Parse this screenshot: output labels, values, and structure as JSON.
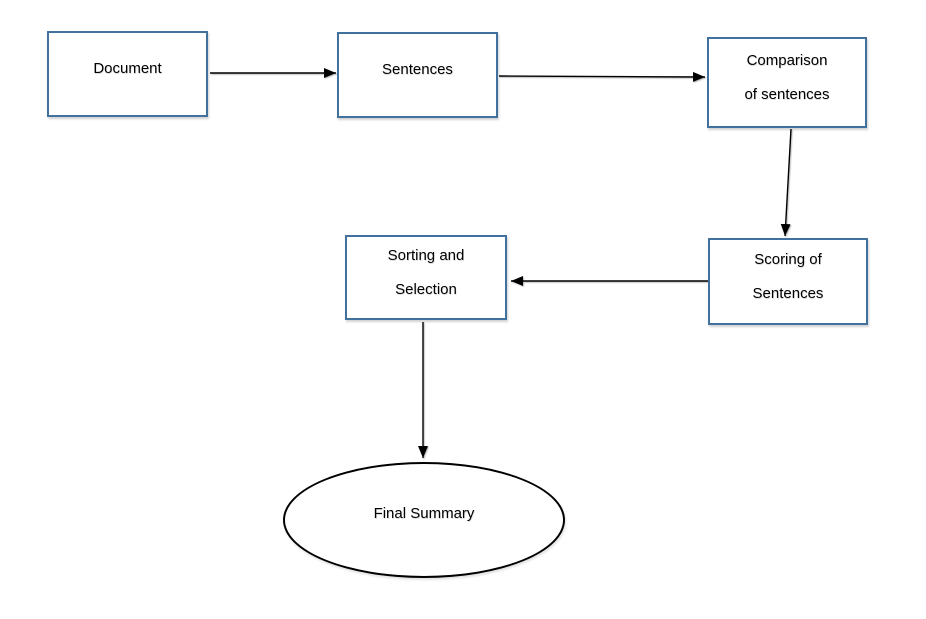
{
  "diagram": {
    "type": "flowchart",
    "title": "",
    "colors": {
      "box_border": "#41719C",
      "ellipse_border": "#000000",
      "arrow": "#000000",
      "text": "#000000",
      "background": "#ffffff"
    },
    "nodes": [
      {
        "id": "document",
        "shape": "rectangle",
        "lines": [
          "Document"
        ]
      },
      {
        "id": "sentences",
        "shape": "rectangle",
        "lines": [
          "Sentences"
        ]
      },
      {
        "id": "comparison-of-sentences",
        "shape": "rectangle",
        "lines": [
          "Comparison",
          "of sentences"
        ]
      },
      {
        "id": "scoring-of-sentences",
        "shape": "rectangle",
        "lines": [
          "Scoring of",
          "Sentences"
        ]
      },
      {
        "id": "sorting-and-selection",
        "shape": "rectangle",
        "lines": [
          "Sorting and",
          "Selection"
        ]
      },
      {
        "id": "final-summary",
        "shape": "ellipse",
        "lines": [
          "Final Summary"
        ]
      }
    ],
    "edges": [
      {
        "from": "document",
        "to": "sentences",
        "direction": "right"
      },
      {
        "from": "sentences",
        "to": "comparison-of-sentences",
        "direction": "right"
      },
      {
        "from": "comparison-of-sentences",
        "to": "scoring-of-sentences",
        "direction": "down"
      },
      {
        "from": "scoring-of-sentences",
        "to": "sorting-and-selection",
        "direction": "left"
      },
      {
        "from": "sorting-and-selection",
        "to": "final-summary",
        "direction": "down"
      }
    ]
  }
}
